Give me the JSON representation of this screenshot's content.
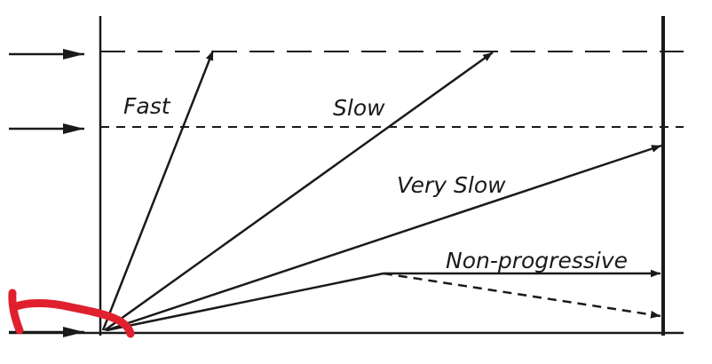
{
  "labels": {
    "fast": "Fast",
    "slow": "Slow",
    "very_slow": "Very Slow",
    "non_progressive": "Non-progressive"
  },
  "colors": {
    "ink": "#1a1a1a",
    "marker": "#e0202e",
    "background": "#ffffff"
  }
}
